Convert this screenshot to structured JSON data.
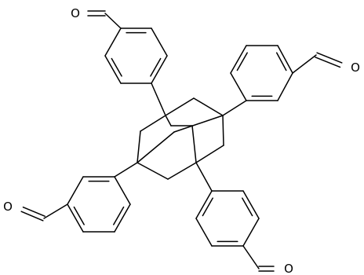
{
  "structure": {
    "atom_labels": [
      {
        "id": "o-top",
        "text": "O"
      },
      {
        "id": "o-right",
        "text": "O"
      },
      {
        "id": "o-left",
        "text": "O"
      },
      {
        "id": "o-bottom",
        "text": "O"
      }
    ]
  },
  "colors": {
    "bond": "#000000",
    "label": "#000000",
    "background": "#ffffff"
  }
}
